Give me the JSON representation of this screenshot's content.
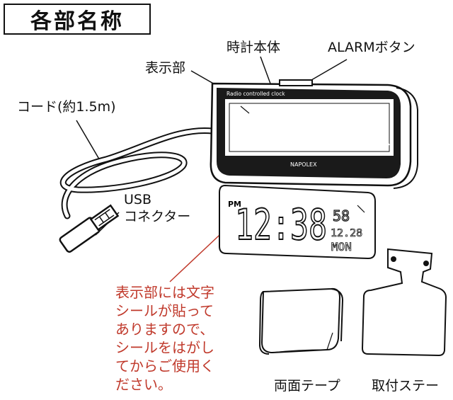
{
  "title": "各部名称",
  "labels": {
    "clock_body": "時計本体",
    "alarm_button": "ALARMボタン",
    "display": "表示部",
    "cord": "コード(約1.5m)",
    "usb_line1": "USB",
    "usb_line2": "コネクター",
    "double_sided_tape": "両面テープ",
    "mounting_stay": "取付ステー"
  },
  "device": {
    "screen_caption": "Radio controlled clock",
    "brand": "NAPOLEX"
  },
  "lcd": {
    "ampm": "PM",
    "time": "12:38",
    "seconds": "58",
    "date": "12.28",
    "weekday": "MON"
  },
  "note": {
    "color": "#c0392b",
    "lines": [
      "表示部には文字",
      "シールが貼って",
      "ありますので、",
      "シールをはがし",
      "てからご使用く",
      "ださい。"
    ]
  }
}
